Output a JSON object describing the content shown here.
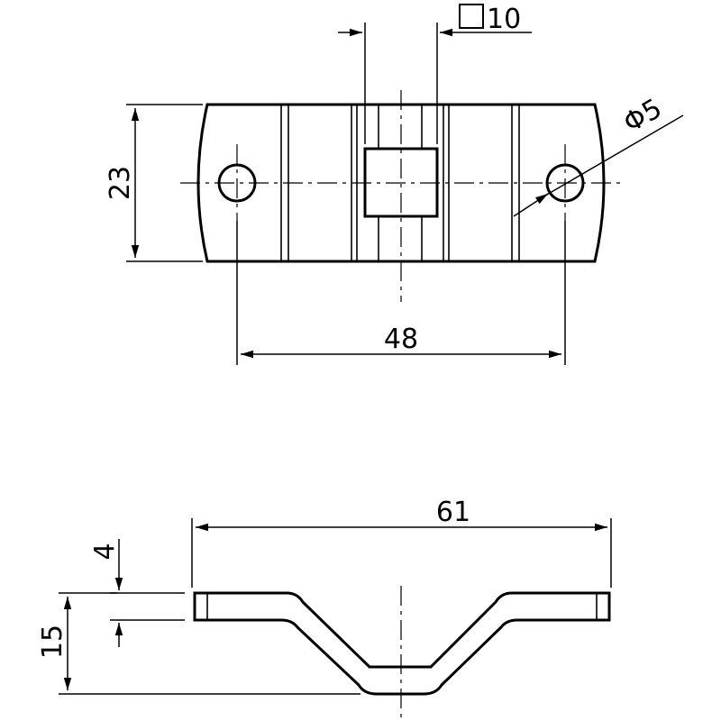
{
  "drawing": {
    "top_view": {
      "square_hole_label": "10",
      "hole_diameter_label": "Φ5",
      "height_label": "23",
      "hole_spacing_label": "48"
    },
    "side_view": {
      "overall_length_label": "61",
      "thickness_label": "4",
      "overall_height_label": "15"
    },
    "colors": {
      "line": "#000000",
      "background": "#ffffff"
    }
  }
}
